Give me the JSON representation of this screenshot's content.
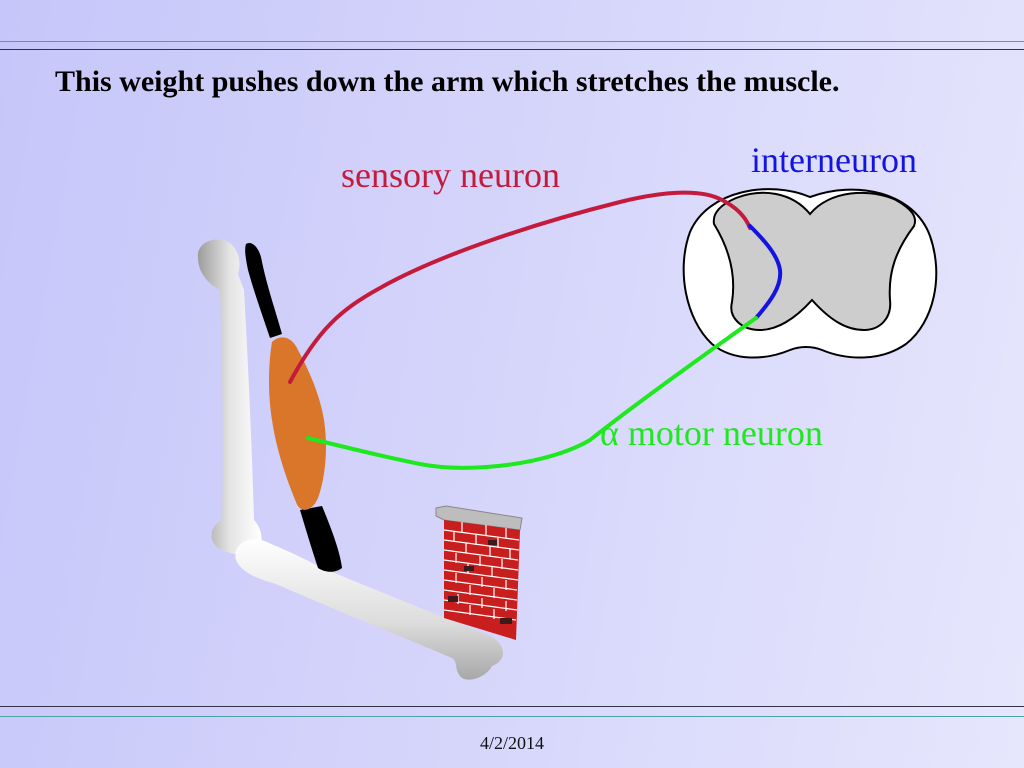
{
  "slide": {
    "heading": "This weight pushes down the arm which stretches the muscle.",
    "footer_date": "4/2/2014"
  },
  "labels": {
    "sensory": "sensory neuron",
    "interneuron": "interneuron",
    "motor": "α motor neuron"
  },
  "colors": {
    "sensory": "#c41a3c",
    "interneuron": "#1414e0",
    "motor": "#1ee81e",
    "muscle": "#d9762a",
    "tendon": "#000000",
    "bone": "#d8d8d8",
    "spinal_gray": "#cdcdcd",
    "brick": "#c81e1e"
  }
}
